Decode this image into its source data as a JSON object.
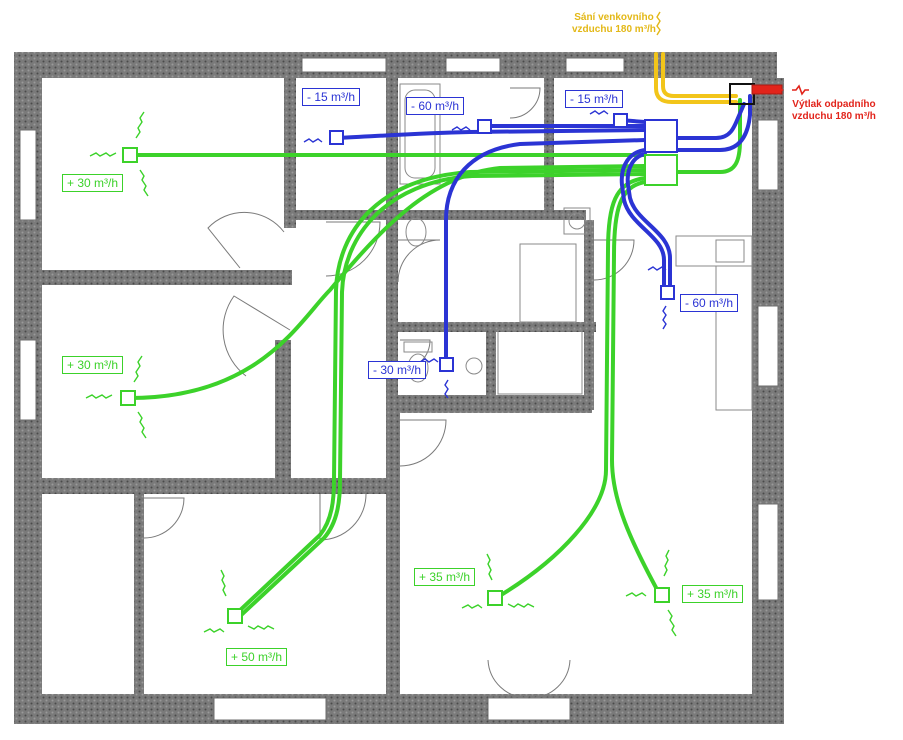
{
  "colors": {
    "supply": "#3cd22a",
    "extract": "#2b34d4",
    "intake": "#f2c51a",
    "exhaust": "#e2241b",
    "wall": "#6e6e6e"
  },
  "annotations": {
    "intake": {
      "line1": "Sání venkovního",
      "line2": "vzduchu 180 m³/h"
    },
    "exhaust": {
      "line1": "Výtlak odpadního",
      "line2": "vzduchu 180 m³/h"
    }
  },
  "labels": [
    {
      "id": "bedroom1-supply",
      "type": "supply",
      "text": "+ 30 m³/h"
    },
    {
      "id": "bedroom2-supply",
      "type": "supply",
      "text": "+ 30 m³/h"
    },
    {
      "id": "bedroom3-supply",
      "type": "supply",
      "text": "+ 50 m³/h"
    },
    {
      "id": "living-supply-left",
      "type": "supply",
      "text": "+ 35 m³/h"
    },
    {
      "id": "living-supply-right",
      "type": "supply",
      "text": "+ 35 m³/h"
    },
    {
      "id": "wc-top-extract",
      "type": "extract",
      "text": "- 15 m³/h"
    },
    {
      "id": "bath-extract",
      "type": "extract",
      "text": "- 60 m³/h"
    },
    {
      "id": "utility-extract",
      "type": "extract",
      "text": "- 15 m³/h"
    },
    {
      "id": "kitchen-extract",
      "type": "extract",
      "text": "- 60 m³/h"
    },
    {
      "id": "wc-extract",
      "type": "extract",
      "text": "- 30 m³/h"
    }
  ]
}
